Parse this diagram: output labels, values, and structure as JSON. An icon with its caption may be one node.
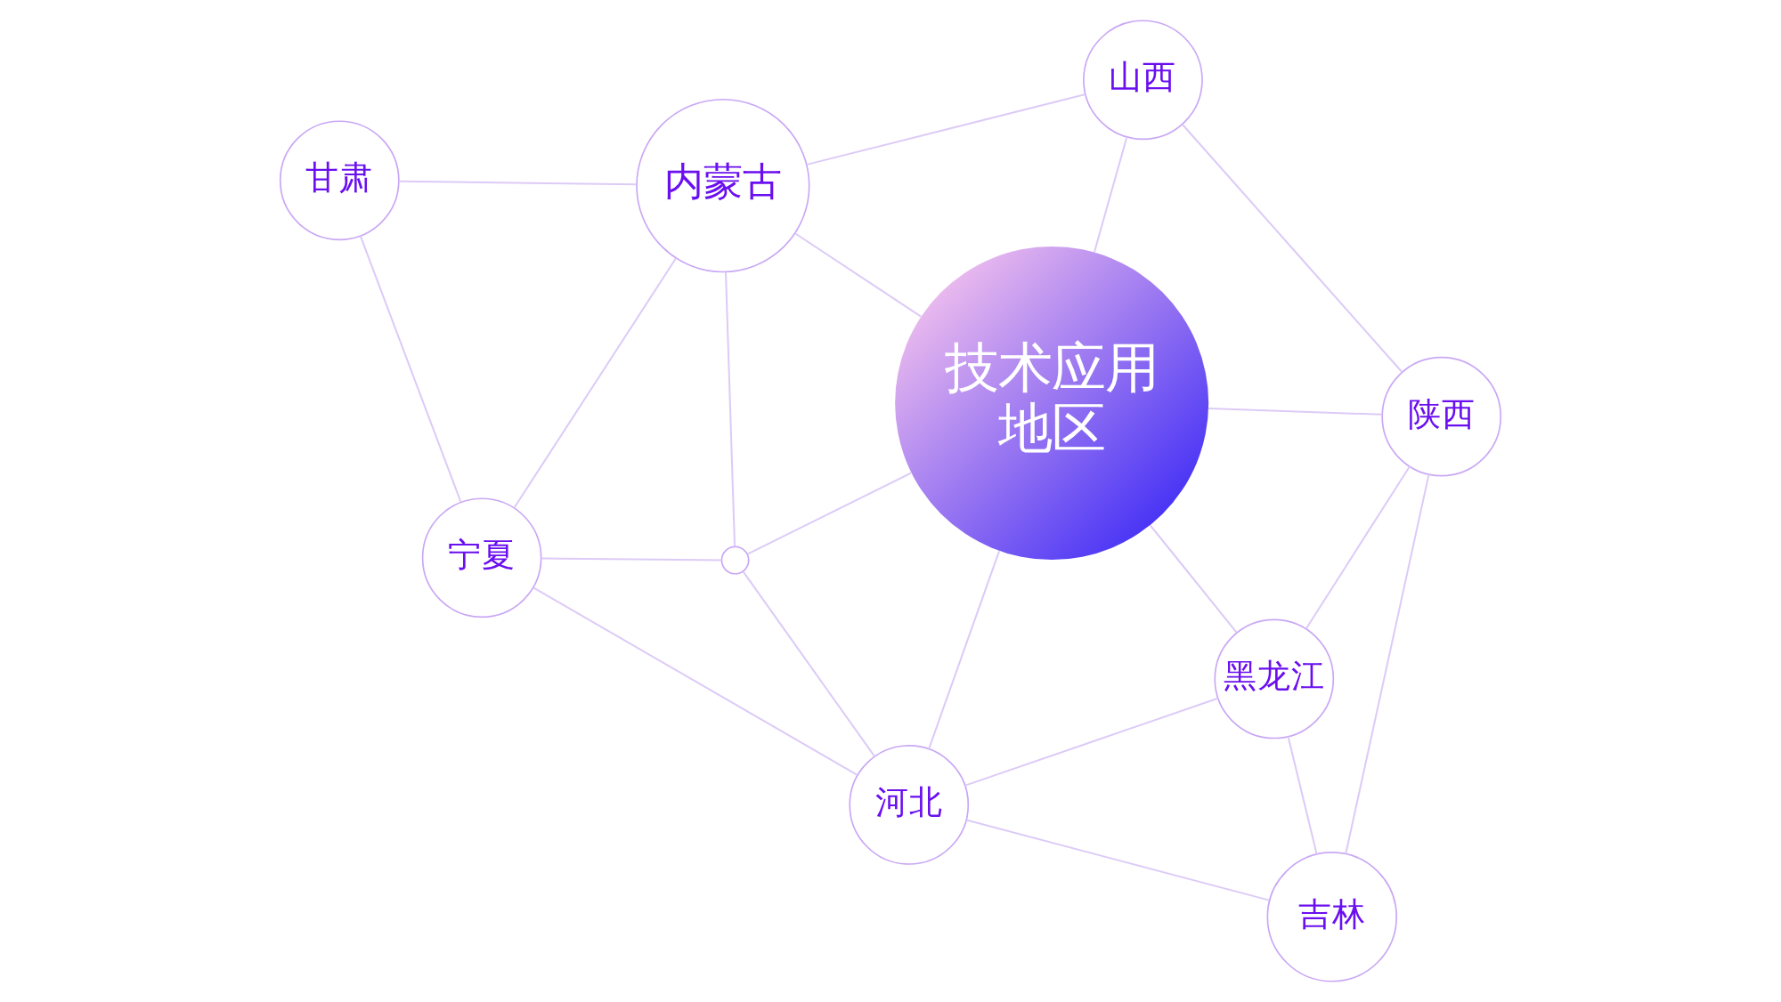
{
  "diagram": {
    "nodes": [
      {
        "text": [
          "技术应用地区"
        ]
      },
      {
        "text": [
          "山西"
        ]
      },
      {
        "text": [
          "内蒙古"
        ]
      },
      {
        "text": [
          "陕西"
        ]
      },
      {
        "text": [
          "甘肃"
        ]
      },
      {
        "text": [
          "宁夏"
        ]
      },
      {
        "text": [],
        "shape": "circle"
      },
      {
        "text": [
          "黑龙江"
        ]
      },
      {
        "text": [
          "吉林"
        ]
      },
      {
        "text": [
          "河北"
        ]
      }
    ],
    "edges": [
      {
        "from": 2,
        "to": 1,
        "arrow": "none"
      },
      {
        "from": 1,
        "to": 0,
        "arrow": "none"
      },
      {
        "from": 1,
        "to": 3,
        "arrow": "none"
      },
      {
        "from": 2,
        "to": 0,
        "arrow": "none"
      },
      {
        "from": 2,
        "to": 4,
        "arrow": "none"
      },
      {
        "from": 2,
        "to": 5,
        "arrow": "none"
      },
      {
        "from": 2,
        "to": 6,
        "arrow": "none"
      },
      {
        "from": 6,
        "to": 0,
        "arrow": "none"
      },
      {
        "from": 5,
        "to": 6,
        "arrow": "none"
      },
      {
        "from": 6,
        "to": 9,
        "arrow": "none"
      },
      {
        "from": 3,
        "to": 0,
        "arrow": "none"
      },
      {
        "from": 3,
        "to": 7,
        "arrow": "none"
      },
      {
        "from": 3,
        "to": 8,
        "arrow": "none"
      },
      {
        "from": 4,
        "to": 5,
        "arrow": "none"
      },
      {
        "from": 5,
        "to": 9,
        "arrow": "none"
      },
      {
        "from": 0,
        "to": 7,
        "arrow": "none"
      },
      {
        "from": 0,
        "to": 9,
        "arrow": "none"
      },
      {
        "from": 7,
        "to": 9,
        "arrow": "none"
      },
      {
        "from": 7,
        "to": 8,
        "arrow": "none"
      },
      {
        "from": 9,
        "to": 8,
        "arrow": "none"
      }
    ]
  }
}
